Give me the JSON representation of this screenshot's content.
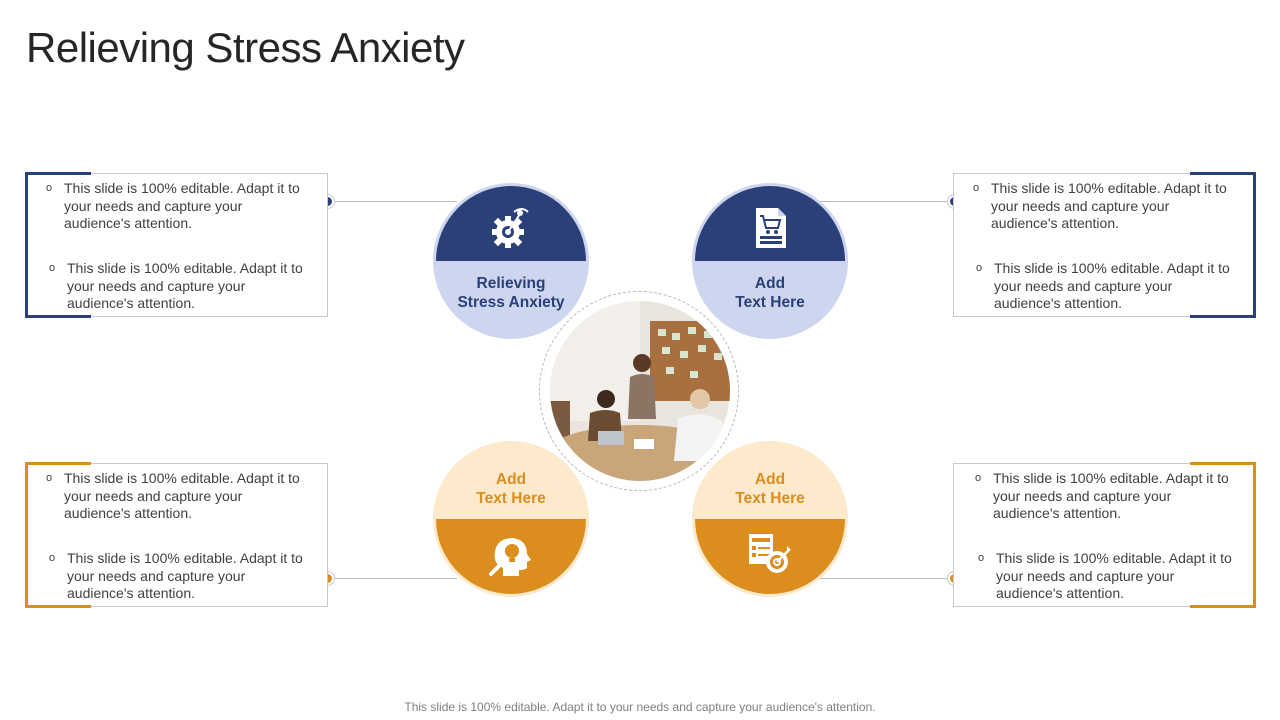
{
  "title": "Relieving Stress Anxiety",
  "boxes": [
    {
      "id": "top-left",
      "bullets": [
        "This slide is 100% editable. Adapt it to your needs and capture your audience's attention.",
        "This slide is 100% editable. Adapt it to your needs and capture your audience's attention."
      ]
    },
    {
      "id": "top-right",
      "bullets": [
        "This slide is 100% editable. Adapt it to your needs and capture your audience's attention.",
        "This slide is 100% editable. Adapt it to your needs and capture your audience's attention."
      ]
    },
    {
      "id": "bottom-left",
      "bullets": [
        "This slide is 100% editable. Adapt it to your needs and capture your audience's attention.",
        "This slide is 100% editable. Adapt it to your needs and capture your audience's attention."
      ]
    },
    {
      "id": "bottom-right",
      "bullets": [
        "This slide is 100% editable. Adapt it to your needs and capture your audience's attention.",
        "This slide is 100% editable. Adapt it to your needs and capture your audience's attention."
      ]
    }
  ],
  "circles": [
    {
      "label_line1": "Relieving",
      "label_line2": "Stress Anxiety",
      "icon": "gear-satellite-icon"
    },
    {
      "label_line1": "Add",
      "label_line2": "Text Here",
      "icon": "shopping-cart-document-icon"
    },
    {
      "label_line1": "Add",
      "label_line2": "Text Here",
      "icon": "head-lightbulb-icon"
    },
    {
      "label_line1": "Add",
      "label_line2": "Text Here",
      "icon": "goals-target-icon"
    }
  ],
  "bullet_glyph": "o",
  "photo": {
    "icon": "team-meeting-photo"
  },
  "colors": {
    "navy": "#2b4079",
    "navy_light": "#cdd6ee",
    "orange": "#db8d1d",
    "orange_light": "#fde9cc"
  },
  "footer": "This slide is 100% editable. Adapt it to your needs and capture your audience's attention."
}
